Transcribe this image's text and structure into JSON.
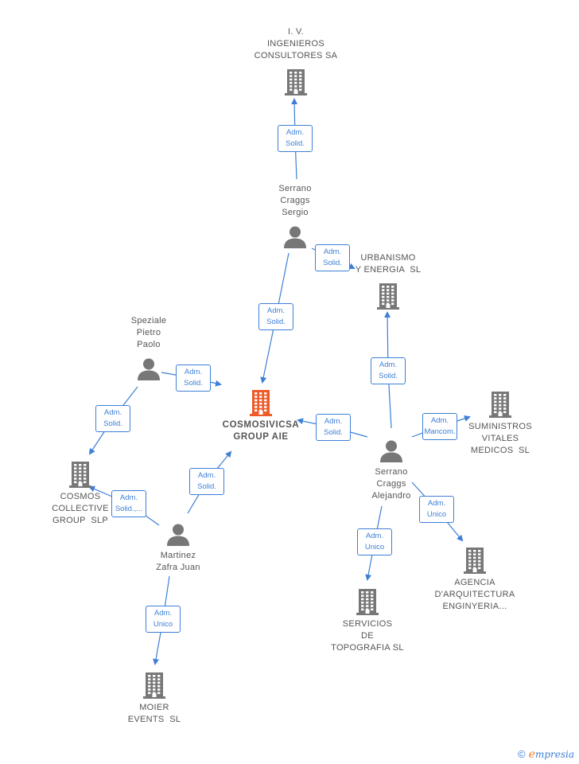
{
  "colors": {
    "edge": "#3d7fd6",
    "node_gray": "#777777",
    "node_highlight": "#f05a28",
    "text": "#555555"
  },
  "nodes": {
    "iv": {
      "type": "company",
      "lines": [
        "I. V.",
        "INGENIEROS",
        "CONSULTORES SA"
      ]
    },
    "sergio": {
      "type": "person",
      "lines": [
        "Serrano",
        "Craggs",
        "Sergio"
      ]
    },
    "urbanismo": {
      "type": "company",
      "lines": [
        "URBANISMO",
        "Y ENERGIA  SL"
      ]
    },
    "speziale": {
      "type": "person",
      "lines": [
        "Speziale",
        "Pietro",
        "Paolo"
      ]
    },
    "center": {
      "type": "company",
      "lines": [
        "COSMOSIVICSA",
        "GROUP AIE"
      ]
    },
    "suministros": {
      "type": "company",
      "lines": [
        "SUMINISTROS",
        "VITALES",
        "MEDICOS  SL"
      ]
    },
    "cosmos": {
      "type": "company",
      "lines": [
        "COSMOS",
        "COLLECTIVE",
        "GROUP  SLP"
      ]
    },
    "alejandro": {
      "type": "person",
      "lines": [
        "Serrano",
        "Craggs",
        "Alejandro"
      ]
    },
    "martinez": {
      "type": "person",
      "lines": [
        "Martinez",
        "Zafra Juan"
      ]
    },
    "agencia": {
      "type": "company",
      "lines": [
        "AGENCIA",
        "D'ARQUITECTURA",
        "ENGINYERIA..."
      ]
    },
    "servicios": {
      "type": "company",
      "lines": [
        "SERVICIOS",
        "DE",
        "TOPOGRAFIA SL"
      ]
    },
    "moier": {
      "type": "company",
      "lines": [
        "MOIER",
        "EVENTS  SL"
      ]
    }
  },
  "edges": [
    {
      "from": "sergio",
      "to": "iv",
      "lines": [
        "Adm.",
        "Solid."
      ]
    },
    {
      "from": "sergio",
      "to": "urbanismo",
      "lines": [
        "Adm.",
        "Solid."
      ]
    },
    {
      "from": "sergio",
      "to": "center",
      "lines": [
        "Adm.",
        "Solid."
      ]
    },
    {
      "from": "speziale",
      "to": "center",
      "lines": [
        "Adm.",
        "Solid."
      ]
    },
    {
      "from": "speziale",
      "to": "cosmos",
      "lines": [
        "Adm.",
        "Solid."
      ]
    },
    {
      "from": "alejandro",
      "to": "center",
      "lines": [
        "Adm.",
        "Solid."
      ]
    },
    {
      "from": "alejandro",
      "to": "urbanismo",
      "lines": [
        "Adm.",
        "Solid."
      ]
    },
    {
      "from": "alejandro",
      "to": "suministros",
      "lines": [
        "Adm.",
        "Mancom."
      ]
    },
    {
      "from": "alejandro",
      "to": "agencia",
      "lines": [
        "Adm.",
        "Unico"
      ]
    },
    {
      "from": "alejandro",
      "to": "servicios",
      "lines": [
        "Adm.",
        "Unico"
      ]
    },
    {
      "from": "martinez",
      "to": "center",
      "lines": [
        "Adm.",
        "Solid."
      ]
    },
    {
      "from": "martinez",
      "to": "cosmos",
      "lines": [
        "Adm.",
        "Solid.,..."
      ]
    },
    {
      "from": "martinez",
      "to": "moier",
      "lines": [
        "Adm.",
        "Unico"
      ]
    }
  ],
  "footer": {
    "copyright": "©",
    "brand_initial": "e",
    "brand_rest": "mpresia"
  }
}
